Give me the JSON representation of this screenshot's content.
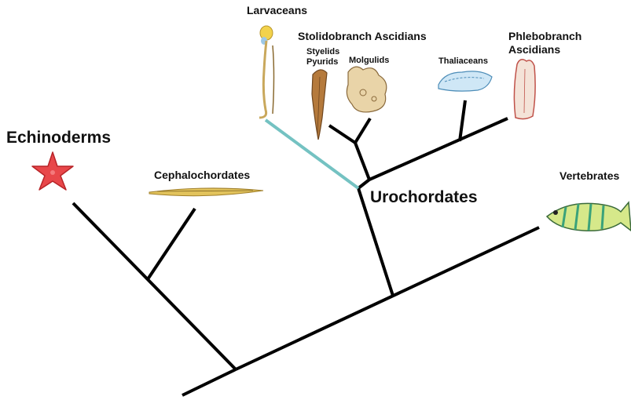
{
  "labels": {
    "echinoderms": "Echinoderms",
    "cephalochordates": "Cephalochordates",
    "larvaceans": "Larvaceans",
    "stolidobranch": "Stolidobranch Ascidians",
    "styelids": "Styelids",
    "pyurids": "Pyurids",
    "molgulids": "Molgulids",
    "thaliaceans": "Thaliaceans",
    "phlebobranch_line1": "Phlebobranch",
    "phlebobranch_line2": "Ascidians",
    "urochordates": "Urochordates",
    "vertebrates": "Vertebrates"
  },
  "colors": {
    "branch": "#000000",
    "larvacean_branch": "#74c2c2",
    "starfish": "#e8474a",
    "fish_body": "#d6e88a",
    "fish_stripe": "#3aa27a",
    "tunicate": "#c98e4a",
    "salp": "#a9d4ee",
    "lancelet": "#e2c35c"
  },
  "icons": [
    "starfish-icon",
    "lancelet-icon",
    "larvacean-icon",
    "styelid-icon",
    "molgulid-icon",
    "thaliacean-icon",
    "phlebobranch-icon",
    "fish-icon"
  ]
}
